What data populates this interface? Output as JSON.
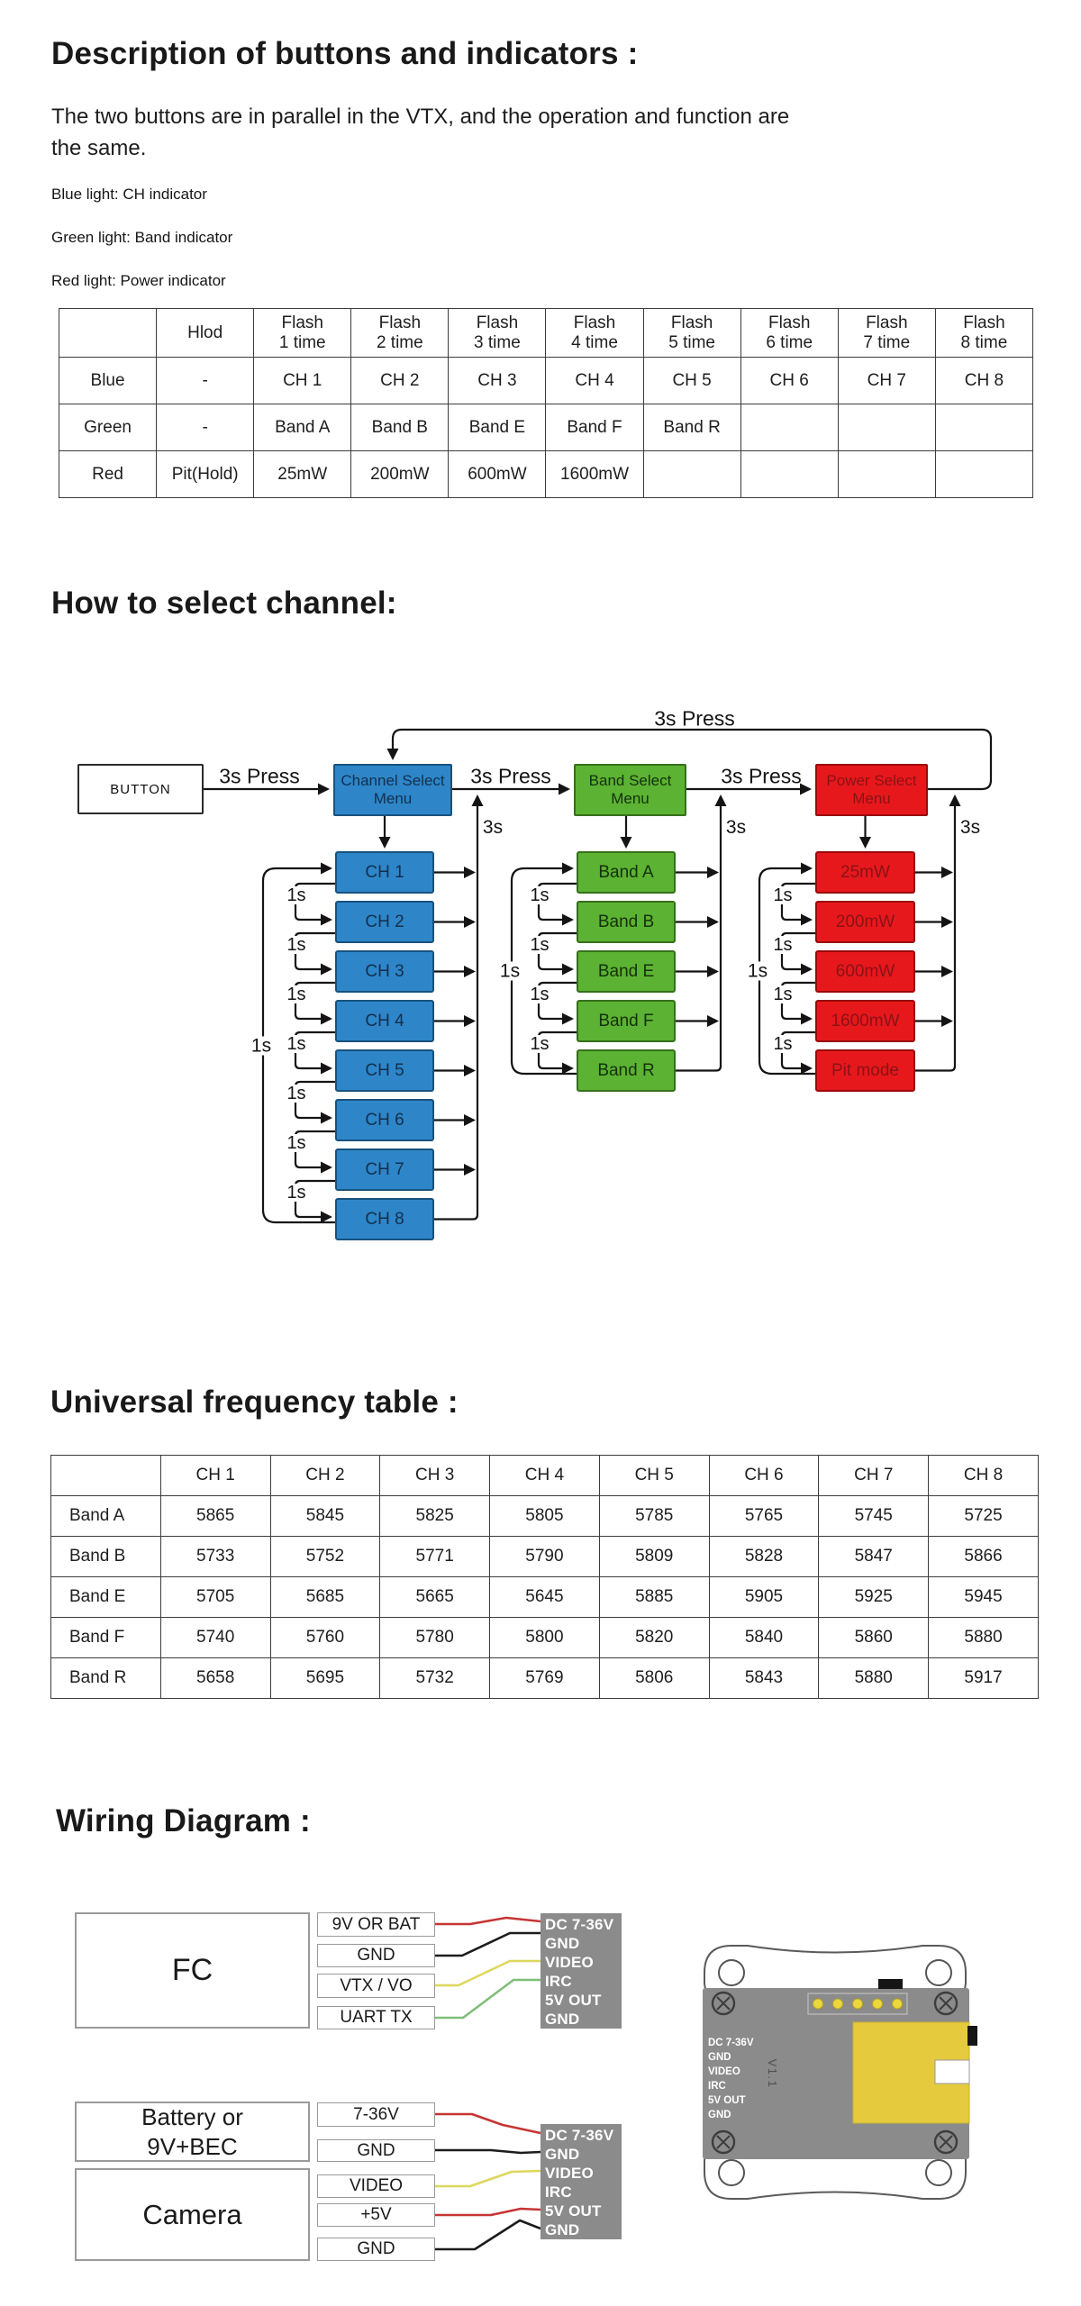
{
  "section1": {
    "title": "Description of buttons and indicators :",
    "intro": "The two buttons are in parallel in the VTX, and the operation and function are\nthe same.",
    "indicators": [
      "Blue light: CH indicator",
      "Green light: Band indicator",
      "Red light: Power indicator"
    ]
  },
  "indicator_table": {
    "header": [
      "",
      "Hlod",
      "Flash\n1 time",
      "Flash\n2 time",
      "Flash\n3 time",
      "Flash\n4 time",
      "Flash\n5 time",
      "Flash\n6 time",
      "Flash\n7 time",
      "Flash\n8 time"
    ],
    "rows": [
      [
        "Blue",
        "-",
        "CH 1",
        "CH 2",
        "CH 3",
        "CH 4",
        "CH 5",
        "CH 6",
        "CH 7",
        "CH 8"
      ],
      [
        "Green",
        "-",
        "Band A",
        "Band B",
        "Band E",
        "Band F",
        "Band R",
        "",
        "",
        ""
      ],
      [
        "Red",
        "Pit(Hold)",
        "25mW",
        "200mW",
        "600mW",
        "1600mW",
        "",
        "",
        "",
        ""
      ]
    ]
  },
  "section2": {
    "title": "How to select channel:"
  },
  "flowchart": {
    "button_label": "BUTTON",
    "press_3s_label": "3s Press",
    "hold_3s_label": "3s",
    "hold_1s_label": "1s",
    "columns": [
      {
        "key": "channel",
        "menu": "Channel Select Menu",
        "fill": "#2e86c8",
        "border": "#17527e",
        "text": "#122f4e",
        "items": [
          "CH 1",
          "CH 2",
          "CH 3",
          "CH 4",
          "CH 5",
          "CH 6",
          "CH 7",
          "CH 8"
        ]
      },
      {
        "key": "band",
        "menu": "Band Select Menu",
        "fill": "#5cb233",
        "border": "#35701a",
        "text": "#14310d",
        "items": [
          "Band A",
          "Band B",
          "Band E",
          "Band F",
          "Band R"
        ]
      },
      {
        "key": "power",
        "menu": "Power Select Menu",
        "fill": "#e7181c",
        "border": "#99090c",
        "text": "#8a1216",
        "items": [
          "25mW",
          "200mW",
          "600mW",
          "1600mW",
          "Pit mode"
        ]
      }
    ]
  },
  "section3": {
    "title": "Universal frequency table :"
  },
  "freq_table": {
    "header": [
      "",
      "CH 1",
      "CH 2",
      "CH 3",
      "CH 4",
      "CH 5",
      "CH 6",
      "CH 7",
      "CH 8"
    ],
    "rows": [
      [
        "Band A",
        "5865",
        "5845",
        "5825",
        "5805",
        "5785",
        "5765",
        "5745",
        "5725"
      ],
      [
        "Band B",
        "5733",
        "5752",
        "5771",
        "5790",
        "5809",
        "5828",
        "5847",
        "5866"
      ],
      [
        "Band E",
        "5705",
        "5685",
        "5665",
        "5645",
        "5885",
        "5905",
        "5925",
        "5945"
      ],
      [
        "Band F",
        "5740",
        "5760",
        "5780",
        "5800",
        "5820",
        "5840",
        "5860",
        "5880"
      ],
      [
        "Band R",
        "5658",
        "5695",
        "5732",
        "5769",
        "5806",
        "5843",
        "5880",
        "5917"
      ]
    ]
  },
  "section4": {
    "title": "Wiring Diagram :"
  },
  "wiring": {
    "fc_label": "FC",
    "fc_pins": [
      "9V OR BAT",
      "GND",
      "VTX / VO",
      "UART TX"
    ],
    "battery_label": "Battery or\n9V+BEC",
    "camera_label": "Camera",
    "bottom_pins": [
      "7-36V",
      "GND",
      "VIDEO",
      "+5V",
      "GND"
    ],
    "connector_pins": [
      "DC 7-36V",
      "GND",
      "VIDEO",
      "IRC",
      "5V OUT",
      "GND"
    ],
    "board_version": "V1.1",
    "colors": {
      "red": "#c63534",
      "black": "#1c1c1c",
      "yellow": "#ddd75e",
      "green": "#7fbe7a",
      "gray": "#8b8b8b",
      "pad_yellow": "#ecd73d",
      "module_yellow": "#e5ca3e"
    }
  }
}
